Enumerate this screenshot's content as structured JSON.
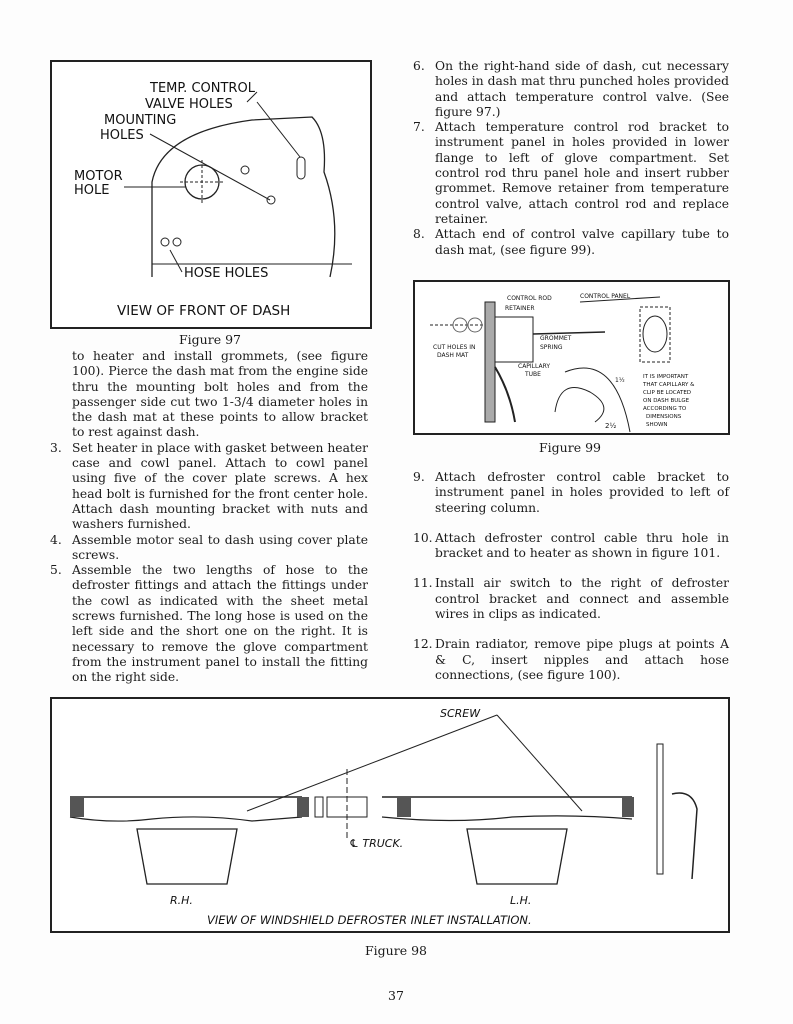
{
  "figure97": {
    "caption": "Figure 97",
    "labels": {
      "temp": "TEMP. CONTROL",
      "valve": "VALVE  HOLES",
      "mounting": "MOUNTING",
      "holes": "HOLES",
      "motor": "MOTOR",
      "hole": "HOLE",
      "hose": "HOSE  HOLES"
    },
    "title": "VIEW  OF  FRONT  OF  DASH"
  },
  "left_text": {
    "continuation": "to heater and install grommets, (see figure 100). Pierce the dash mat from the engine side thru the mounting bolt holes and from the passenger side cut two 1-3/4 diameter holes in the dash mat at these points to allow bracket to rest against dash.",
    "items": [
      {
        "num": "3.",
        "text": "Set heater in place with gasket between heater case and cowl panel. Attach to cowl panel using five of the cover plate screws. A hex head bolt is furnished for the front center hole. Attach dash mounting bracket with nuts and washers furnished."
      },
      {
        "num": "4.",
        "text": "Assemble motor seal to dash using cover plate screws."
      },
      {
        "num": "5.",
        "text": "Assemble the two lengths of hose to the defroster fittings and attach the fittings under the cowl as indicated with the sheet metal screws furnished. The long hose is used on the left side and the short one on the right. It is necessary to remove the glove compartment from the instrument panel to install the fitting on the right side."
      }
    ]
  },
  "right_text": {
    "items_top": [
      {
        "num": "6.",
        "text": "On the right-hand side of dash, cut necessary holes in dash mat thru punched holes provided and attach temperature control valve. (See figure 97.)"
      },
      {
        "num": "7.",
        "text": "Attach temperature control rod bracket to instrument panel in holes provided in lower flange to left of glove compartment. Set control rod thru panel hole and insert rubber grommet. Remove retainer from temperature control valve, attach control rod and replace retainer."
      },
      {
        "num": "8.",
        "text": "Attach end of control valve capillary tube to dash mat, (see figure 99)."
      }
    ],
    "items_bottom": [
      {
        "num": "9.",
        "text": "Attach defroster control cable bracket to instrument panel in holes provided to left of steering column."
      },
      {
        "num": "10.",
        "text": "Attach defroster control cable thru hole in bracket and to heater as shown in figure 101."
      },
      {
        "num": "11.",
        "text": "Install air switch to the right of defroster control bracket and connect and assemble wires in clips as indicated."
      },
      {
        "num": "12.",
        "text": "Drain radiator, remove pipe plugs at points A & C, insert nipples and attach hose connections, (see figure 100)."
      }
    ]
  },
  "figure99": {
    "caption": "Figure 99",
    "labels": {
      "rod": "CONTROL ROD",
      "panel": "CONTROL PANEL",
      "retainer": "RETAINER",
      "grommet": "GROMMET",
      "spring": "SPRING",
      "cut1": "CUT HOLES IN",
      "cut2": "DASH MAT",
      "cap1": "CAPILLARY",
      "cap2": "TUBE",
      "note": [
        "IT IS IMPORTANT",
        "THAT CAPILLARY &",
        "CLIP BE LOCATED",
        "ON DASH BULGE",
        "ACCORDING TO",
        "DIMENSIONS",
        "SHOWN"
      ],
      "dim1": "2½",
      "dim2": "1½"
    }
  },
  "figure98": {
    "caption": "Figure 98",
    "labels": {
      "screw": "SCREW",
      "truck": "℄ TRUCK.",
      "rh": "R.H.",
      "lh": "L.H."
    },
    "title": "VIEW OF WINDSHIELD DEFROSTER INLET INSTALLATION."
  },
  "page_number": "37"
}
